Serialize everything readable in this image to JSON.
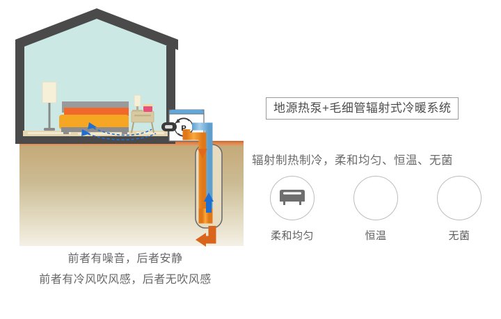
{
  "title_box": {
    "text": "地源热泵+毛细管辐射式冷暖系统",
    "border_color": "#9a9a9a"
  },
  "subtitle": {
    "text": "辐射制热制冷，柔和均匀、恒温、无菌"
  },
  "features": [
    {
      "label": "柔和均匀",
      "icon": "radiator-panel-icon",
      "has_icon": true
    },
    {
      "label": "恒温",
      "icon": "empty-circle-icon",
      "has_icon": false
    },
    {
      "label": "无菌",
      "icon": "empty-circle-icon",
      "has_icon": false
    }
  ],
  "captions": [
    "前者有噪音，后者安静",
    "前者有冷风吹风感，后者无吹风感"
  ],
  "illustration": {
    "name": "ground-source-heat-pump-house-diagram",
    "house": {
      "wall_color": "#4a4a4a",
      "interior_color": "#cce8e4",
      "floor_color": "#e3d3ad",
      "foundation_color": "#4a4a4a"
    },
    "furniture": {
      "bed_headboard_color": "#9a9a9a",
      "bed_pillow_color": "#f2682a",
      "bed_duvet_color": "#f5a623",
      "bed_base_color": "#8c8c8c",
      "lamp_shade_color": "#f7f0d8",
      "lamp_pole_color": "#8a8a8a",
      "nightstand_color": "#d8c9a0",
      "vase_color": "#e8517a",
      "airflow_arrow_color": "#1f6fd0"
    },
    "ground": {
      "topsoil_color": "#e07a3c",
      "layer_top_color": "#bfa878",
      "layer_bottom_color": "#f2ede2"
    },
    "pump_unit": {
      "label": "P",
      "tank_color": "#63a8dc",
      "valve_color": "#3a3a3a",
      "circle_color": "#ffffff"
    },
    "pipes": {
      "supply_color": "#7ab8e0",
      "return_color": "#f08a1e",
      "arrow_down_color": "#e2691c",
      "arrow_up_color": "#1f6fd0",
      "exit_arrow_color": "#d9641c"
    }
  }
}
